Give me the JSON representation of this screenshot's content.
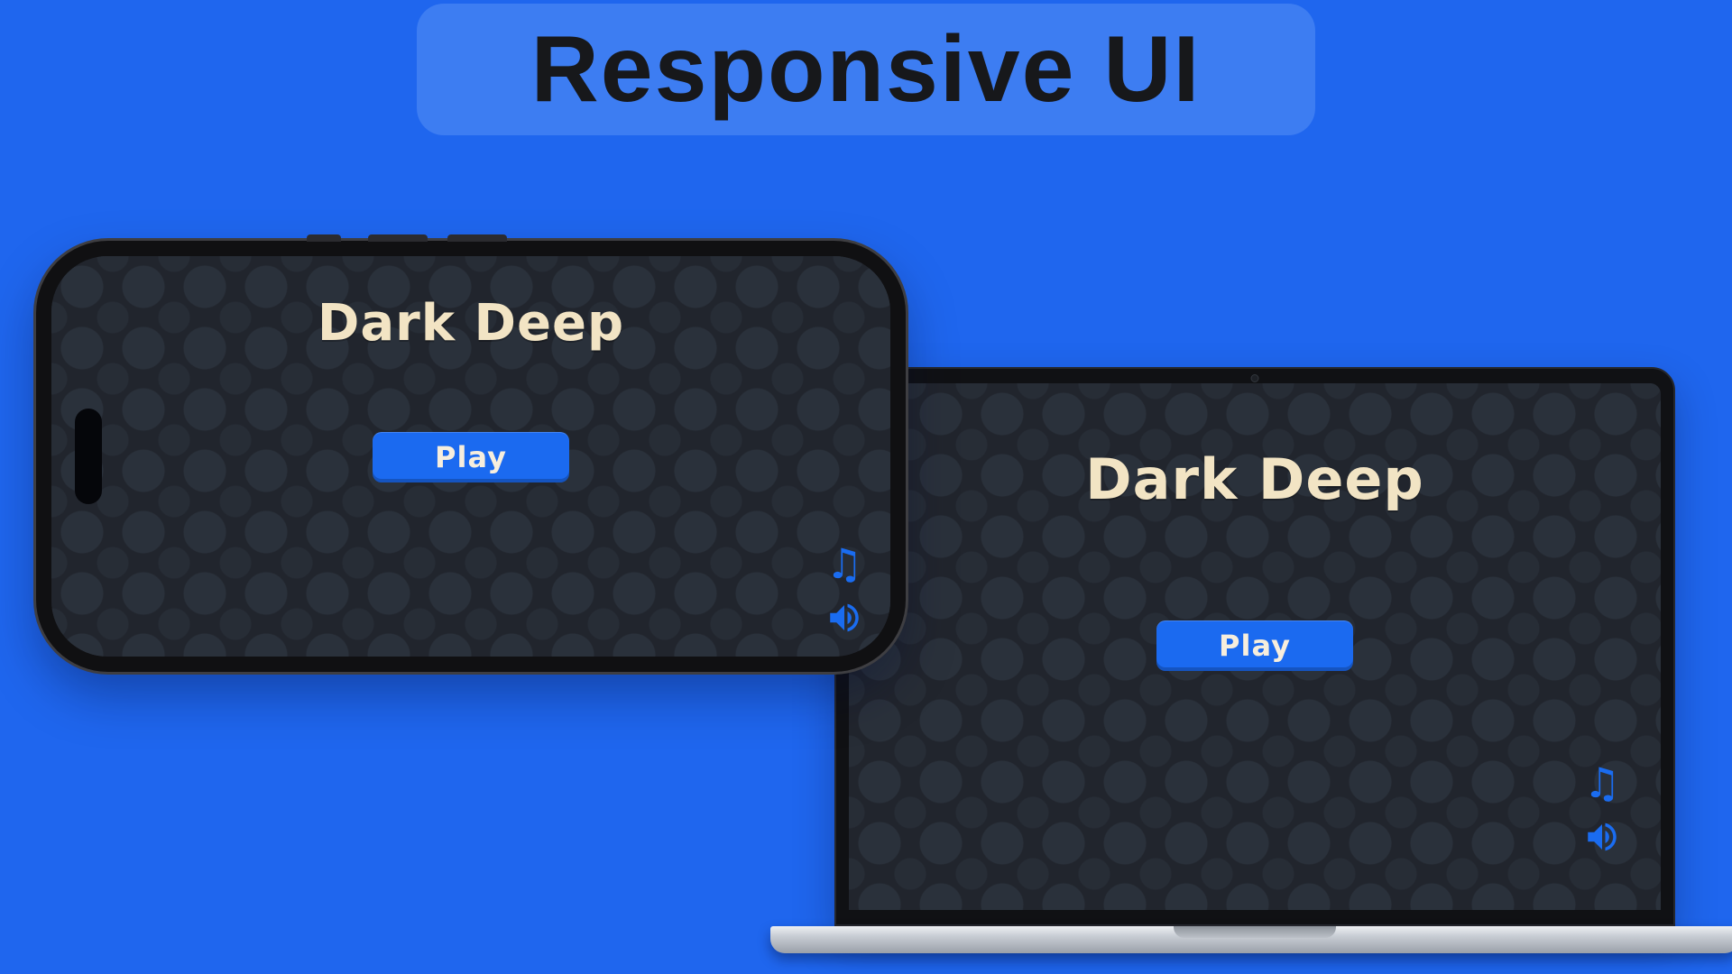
{
  "page": {
    "title": "Responsive UI"
  },
  "game": {
    "title": "Dark Deep",
    "play_label": "Play",
    "music_icon": "♫"
  },
  "colors": {
    "background": "#1f66ee",
    "banner": "#3d7df2",
    "heading_text": "#17181b",
    "screen_background": "#21252d",
    "screen_dots": "#2a313b",
    "game_title_text": "#f2e4c4",
    "play_button": "#1b6af0",
    "play_button_text": "#f7eedd",
    "icon_color": "#1a6cf0"
  }
}
